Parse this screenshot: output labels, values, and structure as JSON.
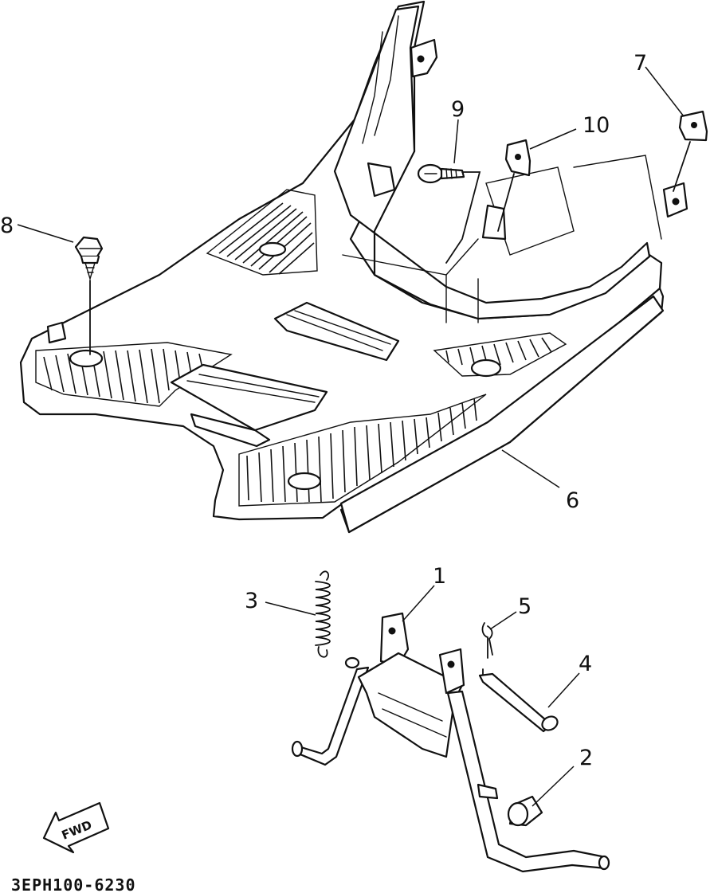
{
  "callouts": [
    {
      "id": "6",
      "text": "6",
      "part": "footrest-board"
    },
    {
      "id": "1",
      "text": "1",
      "part": "main-stand"
    },
    {
      "id": "2",
      "text": "2",
      "part": "stand-stopper"
    },
    {
      "id": "3",
      "text": "3",
      "part": "stand-spring"
    },
    {
      "id": "4",
      "text": "4",
      "part": "stand-shaft"
    },
    {
      "id": "5",
      "text": "5",
      "part": "cotter-pin"
    },
    {
      "id": "7",
      "text": "7",
      "part": "clip-nut-right"
    },
    {
      "id": "8",
      "text": "8",
      "part": "bolt"
    },
    {
      "id": "9",
      "text": "9",
      "part": "screw"
    },
    {
      "id": "10",
      "text": "10",
      "part": "clip-nut"
    }
  ],
  "fwd_arrow": {
    "text": "FWD"
  },
  "diagram_code": "3EPH100-6230"
}
